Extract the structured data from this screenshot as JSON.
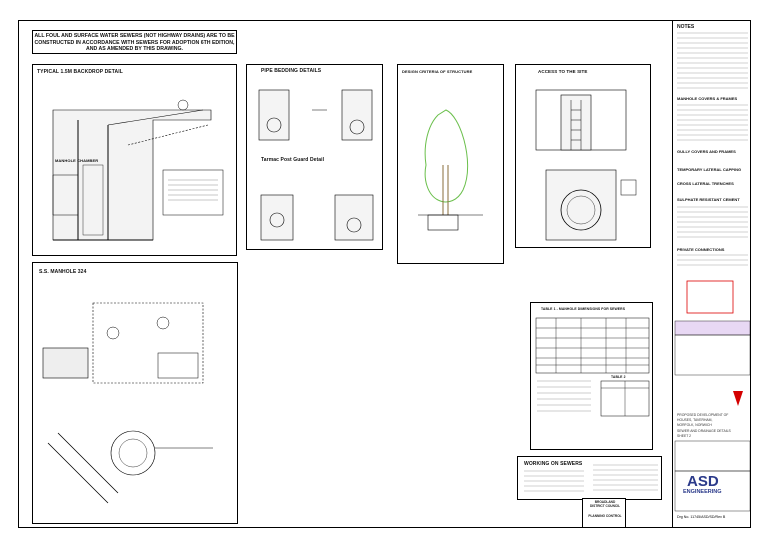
{
  "general_note": "ALL FOUL AND SURFACE WATER SEWERS (NOT HIGHWAY DRAINS) ARE TO BE CONSTRUCTED IN ACCORDANCE WITH SEWERS FOR ADOPTION 6TH EDITION, AND AS AMENDED BY THIS DRAWING.",
  "panels": {
    "backdrop": {
      "title": "TYPICAL 1.5M BACKDROP DETAIL",
      "label": "MANHOLE CHAMBER"
    },
    "pipe_bedding": {
      "title": "PIPE BEDDING DETAILS",
      "subtitle": "Tarmac Post Guard Detail"
    },
    "tree": {
      "title": "DESIGN CRITERIA OF STRUCTURE"
    },
    "access": {
      "title": "ACCESS TO THE SITE"
    },
    "manhole": {
      "title": "S.S. MANHOLE 324"
    },
    "table": {
      "title": "TABLE 1 - MANHOLE DIMENSIONS FOR SEWERS",
      "subtitle": "TABLE 2"
    },
    "working": {
      "title": "WORKING ON SEWERS"
    }
  },
  "council_stamp": [
    "BROADLAND",
    "DISTRICT COUNCIL",
    "",
    "PLANNING CONTROL"
  ],
  "titleblock": {
    "headings": [
      "NOTES",
      "MANHOLE COVERS & FRAMES",
      "GULLY COVERS AND FRAMES",
      "TEMPORARY LATERAL CAPPING",
      "CROSS LATERAL TRENCHES",
      "SULPHATE RESISTANT CEMENT",
      "PRIVATE CONNECTIONS"
    ],
    "project": [
      "PROPOSED DEVELOPMENT OF",
      "HOUSES, TAVERHAM,",
      "NORFOLK, NORWICH"
    ],
    "drawing": [
      "SEWER AND DRAINAGE DETAILS",
      "SHEET 2"
    ],
    "company": "ASD",
    "company_sub": "ENGINEERING",
    "drg_no": "Drg No. 11745/ASD/SD/Rev B"
  }
}
